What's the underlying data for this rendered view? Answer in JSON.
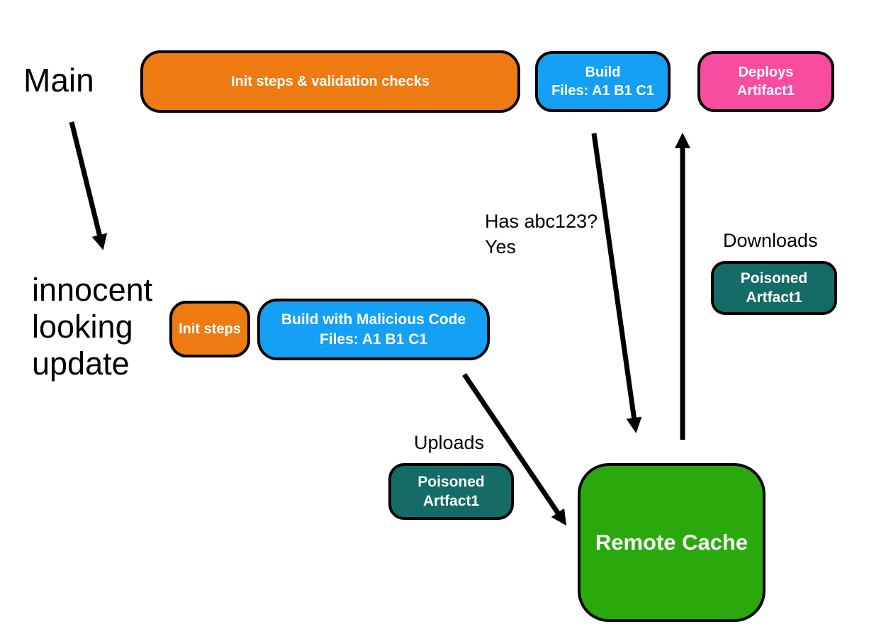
{
  "diagram": {
    "title_implied": "CI cache poisoning flow",
    "colors": {
      "orange": "#EE7B12",
      "blue": "#14A0F5",
      "pink": "#F94CA1",
      "teal": "#156B66",
      "green": "#2AA90C",
      "arrow": "#000000",
      "node_text": "#FFFFFF",
      "label_text": "#000000"
    },
    "labels": {
      "main": "Main",
      "innocent_update": "innocent\nlooking\nupdate",
      "has_abc": "Has abc123?\nYes",
      "downloads": "Downloads",
      "uploads": "Uploads"
    },
    "nodes": {
      "init_validation": "Init steps & validation checks",
      "build_top": "Build\nFiles: A1 B1 C1",
      "deploys": "Deploys\nArtifact1",
      "init_steps": "Init steps",
      "build_malicious": "Build with Malicious Code\nFiles: A1 B1 C1",
      "poisoned_download": "Poisoned\nArtfact1",
      "poisoned_upload": "Poisoned\nArtfact1",
      "remote_cache": "Remote Cache"
    },
    "arrows": [
      {
        "from": "main",
        "to": "innocent_update"
      },
      {
        "from": "build_top",
        "to": "remote_cache",
        "annotation": "Has abc123? Yes"
      },
      {
        "from": "remote_cache",
        "to": "deploys",
        "annotation": "Downloads Poisoned Artfact1"
      },
      {
        "from": "build_malicious",
        "to": "remote_cache",
        "annotation": "Uploads Poisoned Artfact1"
      }
    ]
  }
}
